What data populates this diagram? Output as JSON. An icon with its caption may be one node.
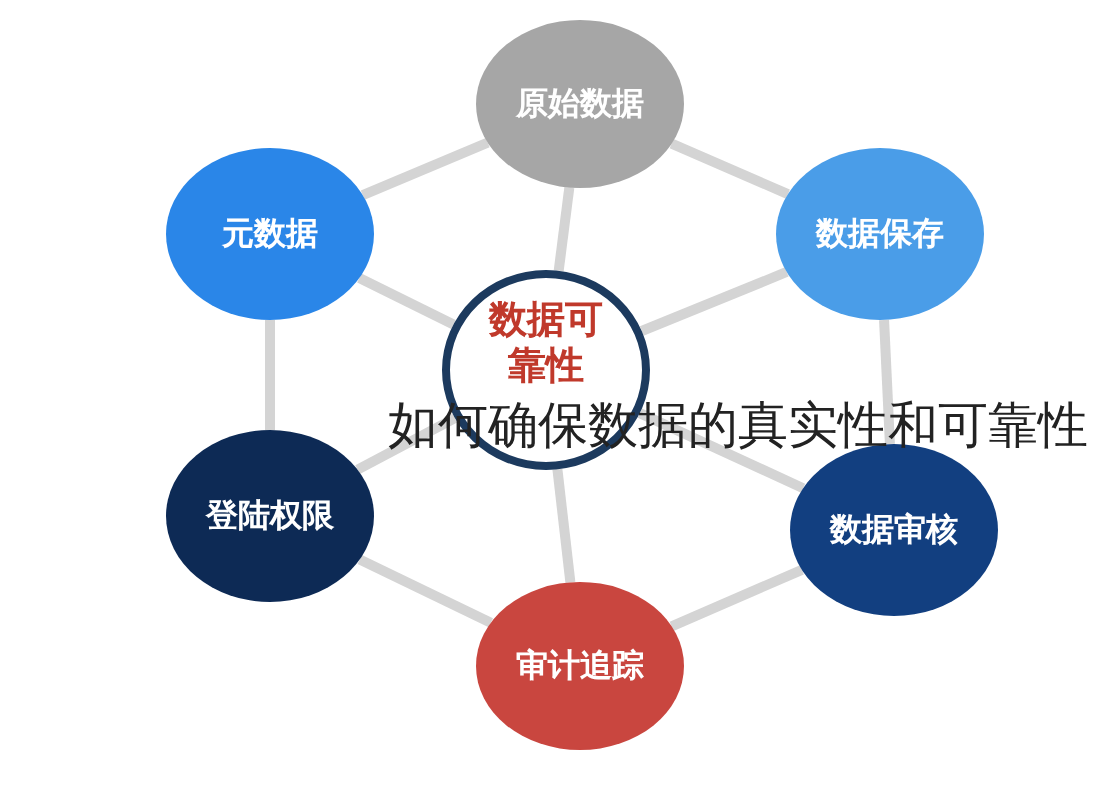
{
  "diagram": {
    "nodes": [
      {
        "text": [
          "原始数据"
        ]
      },
      {
        "text": [
          "元数据"
        ]
      },
      {
        "text": [
          "数据保存"
        ]
      },
      {
        "text": [
          "数据可靠性"
        ]
      },
      {
        "text": [
          "登陆权限"
        ]
      },
      {
        "text": [
          "数据审核"
        ]
      },
      {
        "text": [
          "审计追踪"
        ]
      }
    ],
    "edges": [
      {
        "from": 3,
        "to": 0,
        "arrow": "none"
      },
      {
        "from": 3,
        "to": 1,
        "arrow": "none"
      },
      {
        "from": 3,
        "to": 2,
        "arrow": "none"
      },
      {
        "from": 3,
        "to": 4,
        "arrow": "none"
      },
      {
        "from": 3,
        "to": 5,
        "arrow": "none"
      },
      {
        "from": 3,
        "to": 6,
        "arrow": "none"
      },
      {
        "from": 0,
        "to": 2,
        "arrow": "none"
      },
      {
        "from": 2,
        "to": 5,
        "arrow": "none"
      },
      {
        "from": 5,
        "to": 6,
        "arrow": "none"
      },
      {
        "from": 6,
        "to": 4,
        "arrow": "none"
      },
      {
        "from": 4,
        "to": 1,
        "arrow": "none"
      },
      {
        "from": 1,
        "to": 0,
        "arrow": "none"
      }
    ],
    "labels": [
      "如何确保数据的真实性和可靠性"
    ]
  }
}
